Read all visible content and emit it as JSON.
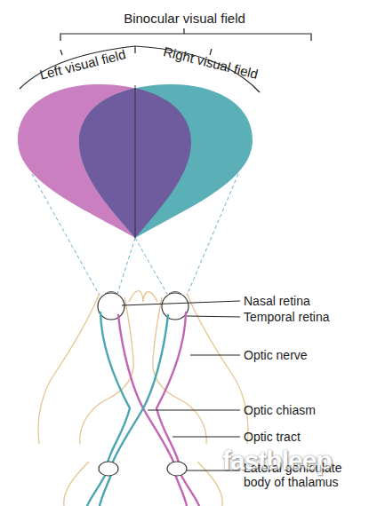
{
  "diagram": {
    "labels": [
      "Binocular visual field",
      "Left visual field",
      "Right visual field",
      "Nasal retina",
      "Temporal retina",
      "Optic nerve",
      "Optic chiasm",
      "Optic tract",
      "Lateral geniculate body of thalamus",
      "fastbleep"
    ]
  }
}
